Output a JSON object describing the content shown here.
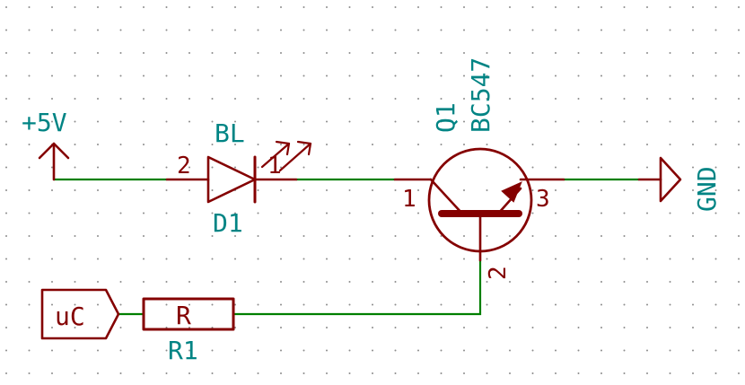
{
  "colors": {
    "background": "#ffffff",
    "grid_dot": "#8c8c8c",
    "wire": "#007f00",
    "symbol": "#840000",
    "reference_text": "#008484"
  },
  "power": {
    "vcc_label": "+5V",
    "gnd_label": "GND"
  },
  "led": {
    "value": "BL",
    "reference": "D1",
    "pin_left": "2",
    "pin_right": "1"
  },
  "transistor": {
    "reference": "Q1",
    "value": "BC547",
    "pin_collector": "1",
    "pin_emitter": "3",
    "pin_base": "2"
  },
  "resistor": {
    "value": "R",
    "reference": "R1"
  },
  "global_label": {
    "text": "uC"
  }
}
